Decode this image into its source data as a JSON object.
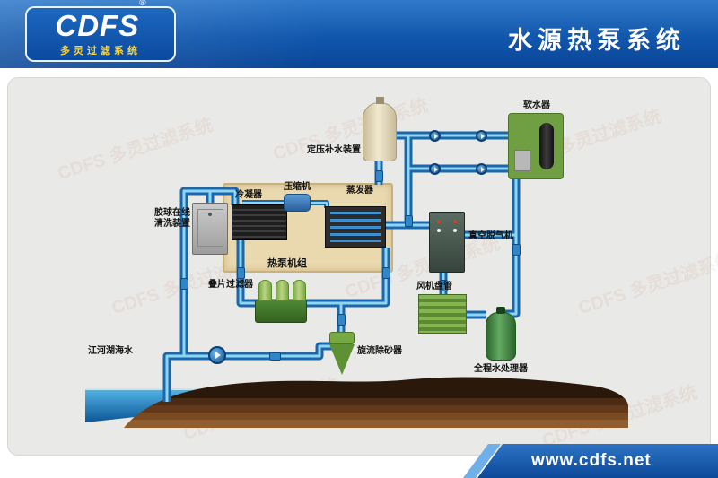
{
  "header": {
    "logo": {
      "brand": "CDFS",
      "registered": "®",
      "subtitle": "多灵过滤系统"
    },
    "title": "水源热泵系统"
  },
  "footer": {
    "url": "www.cdfs.net"
  },
  "watermark": {
    "text": "CDFS 多灵过滤系统"
  },
  "diagram": {
    "labels": {
      "pressure_tank": "定压补水装置",
      "softener": "软水器",
      "ball_cleaning_line1": "胶球在线",
      "ball_cleaning_line2": "清洗装置",
      "condenser": "冷凝器",
      "compressor": "压缩机",
      "evaporator": "蒸发器",
      "heat_pump_unit": "热泵机组",
      "vacuum_degasser": "真空脱气机",
      "disc_filter": "叠片过滤器",
      "fan_coil": "风机盘管",
      "cyclone": "旋流除砂器",
      "water_processor": "全程水处理器",
      "river_water": "江河湖海水"
    },
    "colors": {
      "pipe": "#1a67ac",
      "pipe_highlight": "#90d6f4",
      "header_blue": "#0d4a9c",
      "panel_gray": "#e9e9e7"
    }
  }
}
